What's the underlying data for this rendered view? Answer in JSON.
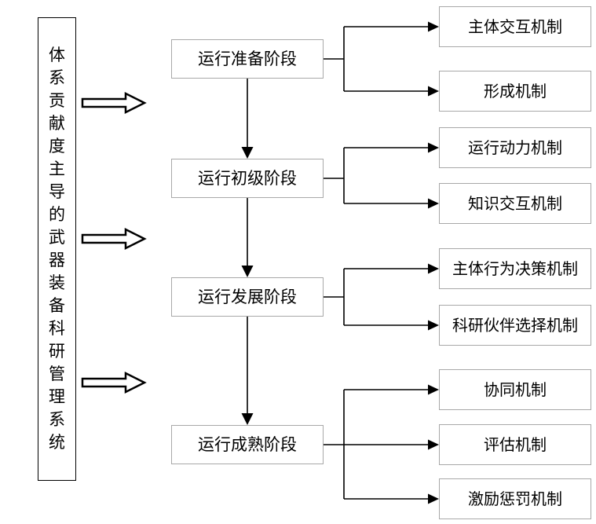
{
  "diagram": {
    "root": {
      "label": "体系贡献度主导的武器装备科研管理系统"
    },
    "stages": [
      {
        "label": "运行准备阶段",
        "mechanisms": [
          "主体交互机制",
          "形成机制"
        ]
      },
      {
        "label": "运行初级阶段",
        "mechanisms": [
          "运行动力机制",
          "知识交互机制"
        ]
      },
      {
        "label": "运行发展阶段",
        "mechanisms": [
          "主体行为决策机制",
          "科研伙伴选择机制"
        ]
      },
      {
        "label": "运行成熟阶段",
        "mechanisms": [
          "协同机制",
          "评估机制",
          "激励惩罚机制"
        ]
      }
    ],
    "icons": {
      "block_arrow": "hollow right-pointing block arrow",
      "flow_arrow": "solid black arrow"
    },
    "colors": {
      "background": "#ffffff",
      "line": "#000000",
      "root_box_border": "#000000",
      "stage_box_border": "#a8a8a8",
      "mechanism_box_border": "#a8a8a8"
    }
  }
}
